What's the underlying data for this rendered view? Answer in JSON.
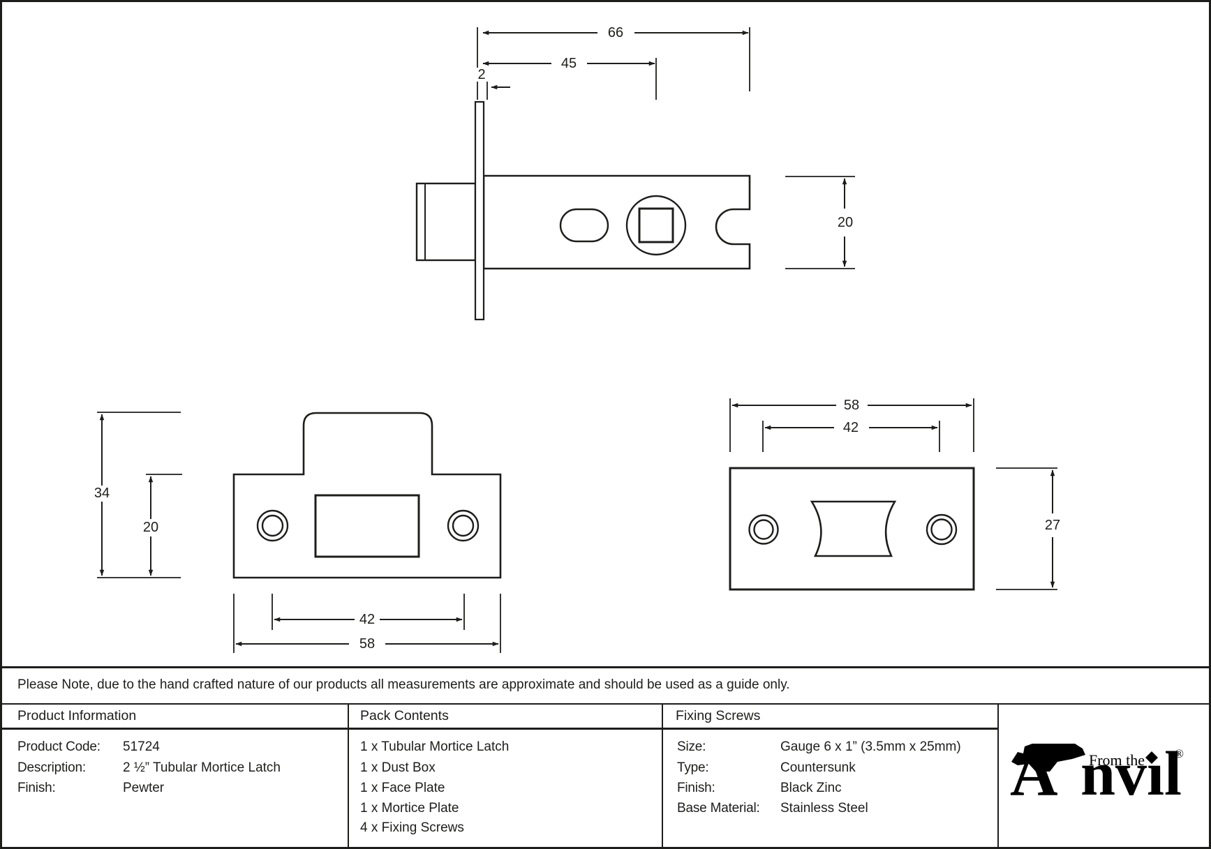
{
  "accent_color": "#1d1d1b",
  "dims": {
    "top_width": "66",
    "top_to_spindle": "45",
    "faceplate_thickness": "2",
    "top_height": "20",
    "fp_total_height": "34",
    "fp_plate_height": "20",
    "fp_hole_spacing": "42",
    "fp_width": "58",
    "mp_width": "58",
    "mp_hole_spacing": "42",
    "mp_height": "27"
  },
  "note": "Please Note, due to the hand crafted nature of our products all measurements are approximate and should be used as a guide only.",
  "table": {
    "product_information": {
      "header": "Product Information",
      "rows": [
        {
          "label": "Product Code:",
          "value": "51724"
        },
        {
          "label": "Description:",
          "value": "2 ½” Tubular Mortice Latch"
        },
        {
          "label": "Finish:",
          "value": "Pewter"
        }
      ]
    },
    "pack_contents": {
      "header": "Pack Contents",
      "items": [
        "1 x Tubular Mortice Latch",
        "1 x Dust Box",
        "1 x Face Plate",
        "1 x Mortice Plate",
        "4 x Fixing Screws"
      ]
    },
    "fixing_screws": {
      "header": "Fixing Screws",
      "rows": [
        {
          "label": "Size:",
          "value": "Gauge 6 x 1” (3.5mm x 25mm)"
        },
        {
          "label": "Type:",
          "value": "Countersunk"
        },
        {
          "label": "Finish:",
          "value": "Black Zinc"
        },
        {
          "label": "Base Material:",
          "value": "Stainless Steel"
        }
      ]
    }
  },
  "logo": {
    "prefix": "From the",
    "letter_a": "A",
    "name_rest": "nvıl",
    "registered": "®"
  }
}
